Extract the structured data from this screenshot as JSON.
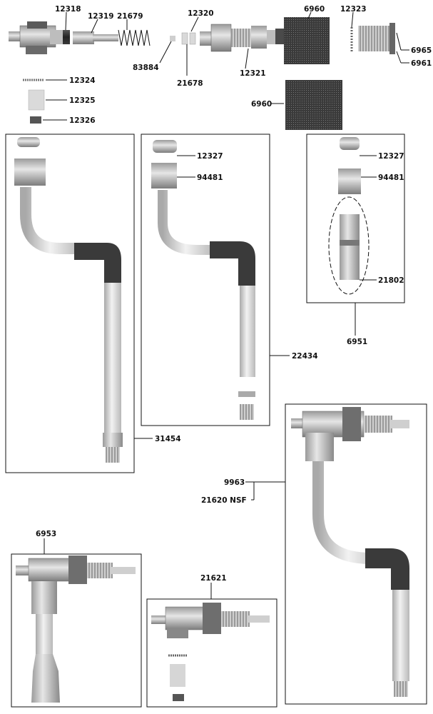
{
  "labels": {
    "p12318": "12318",
    "p12319": "12319",
    "p21679": "21679",
    "p12320": "12320",
    "p6960_top": "6960",
    "p12323": "12323",
    "p6965": "6965",
    "p6961": "6961",
    "p83884": "83884",
    "p21678": "21678",
    "p12321": "12321",
    "p12324": "12324",
    "p12325": "12325",
    "p12326": "12326",
    "p6960_mid": "6960",
    "p12327_a": "12327",
    "p94481_a": "94481",
    "p12327_b": "12327",
    "p94481_b": "94481",
    "p21802": "21802",
    "p6951": "6951",
    "p22434": "22434",
    "p31454": "31454",
    "p9963": "9963",
    "p21620": "21620 NSF",
    "p6953": "6953",
    "p21621": "21621"
  },
  "colors": {
    "ink": "#111111",
    "dark_part": "#2b2b2b",
    "mid_part": "#8a8a8a",
    "light_part": "#d6d6d6"
  }
}
